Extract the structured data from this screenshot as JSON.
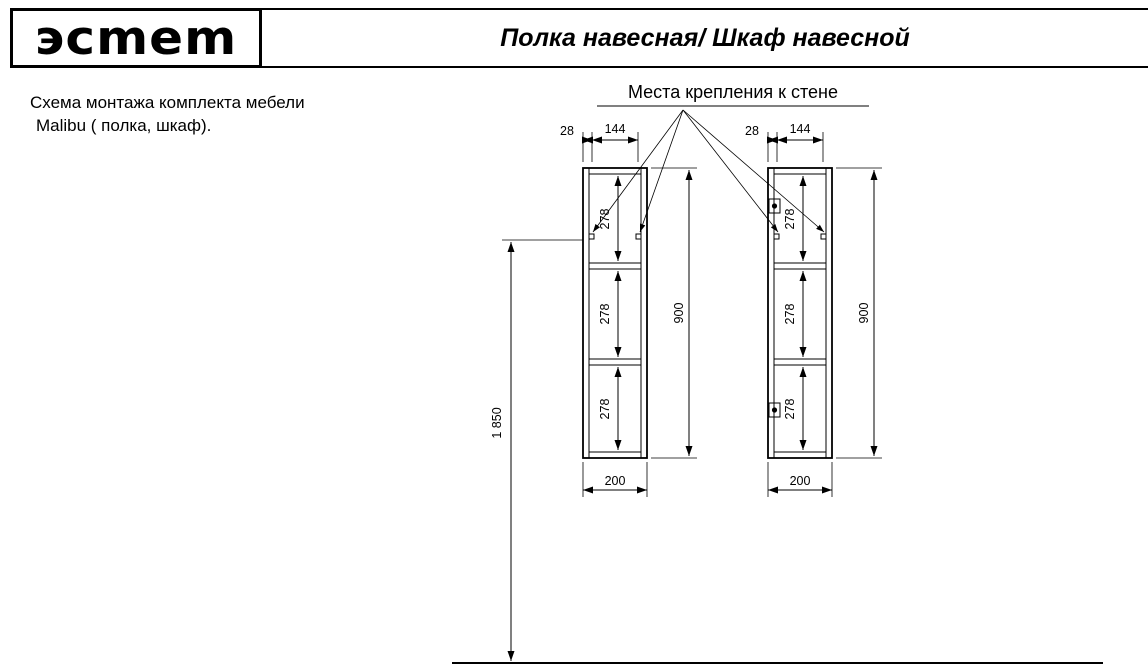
{
  "header": {
    "logo": "эсmem",
    "title": "Полка навесная/ Шкаф навесной"
  },
  "description": {
    "line1": "Схема монтажа комплекта мебели",
    "line2": "Malibu ( полка, шкаф)."
  },
  "callout": {
    "label": "Места крепления к стене"
  },
  "dimensions": {
    "side_offset": "28",
    "bracket_span": "144",
    "section_height": "278",
    "total_height": "900",
    "width": "200",
    "floor_height": "1 850"
  },
  "colors": {
    "line": "#000000",
    "background": "#ffffff"
  }
}
